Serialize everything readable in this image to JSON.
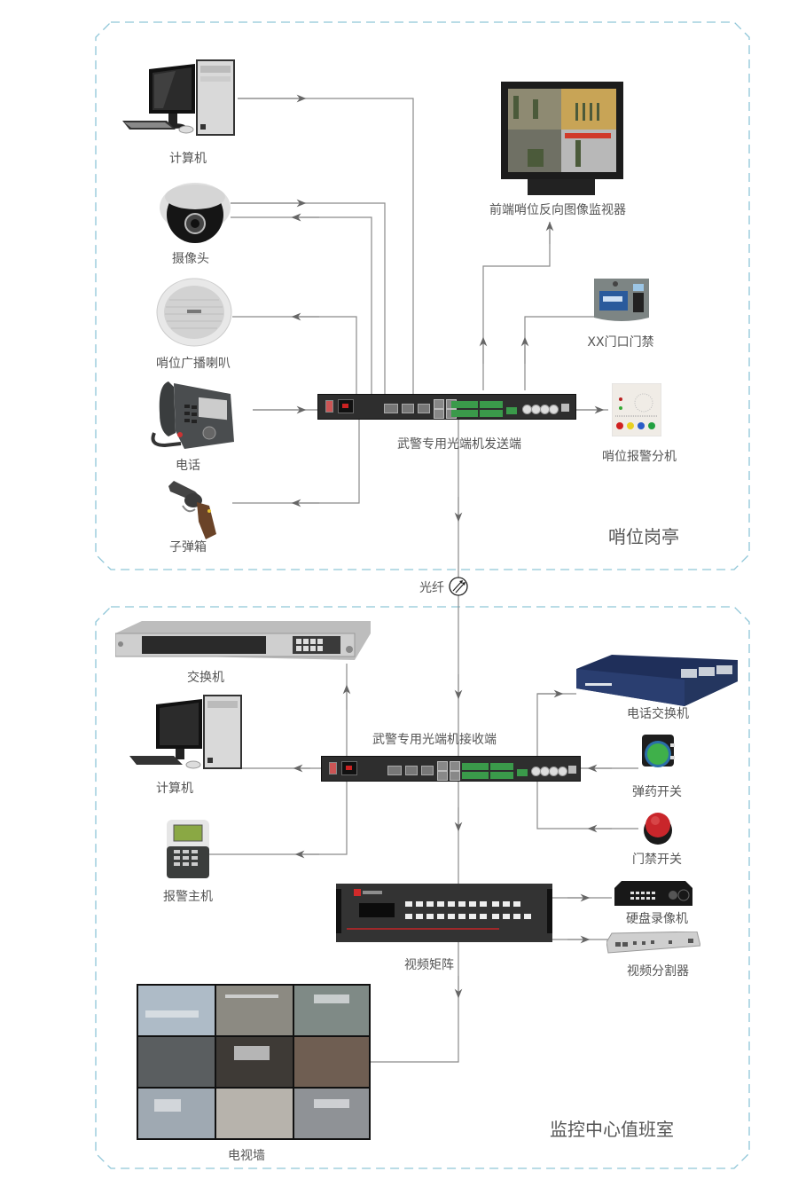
{
  "diagram": {
    "zones": {
      "sentry_post": {
        "title": "哨位岗亭"
      },
      "monitor_center": {
        "title": "监控中心值班室"
      }
    },
    "link": {
      "label": "光纤",
      "icon": "fiber-optic-icon"
    },
    "sentry_devices": {
      "computer": "计算机",
      "camera": "摄像头",
      "speaker": "哨位广播喇叭",
      "phone": "电话",
      "ammo_box": "子弹箱",
      "monitor": "前端哨位反向图像监视器",
      "door_access": "XX门口门禁",
      "alarm_extension": "哨位报警分机",
      "transmitter": "武警专用光端机发送端"
    },
    "center_devices": {
      "switch": "交换机",
      "computer": "计算机",
      "alarm_host": "报警主机",
      "receiver": "武警专用光端机接收端",
      "phone_switch": "电话交换机",
      "ammo_switch": "弹药开关",
      "door_switch": "门禁开关",
      "video_matrix": "视频矩阵",
      "dvr": "硬盘录像机",
      "video_splitter": "视频分割器",
      "tv_wall": "电视墙"
    },
    "colors": {
      "zone_border": "#8fc6d8",
      "wire": "#8a8a8a",
      "label": "#555555"
    }
  }
}
